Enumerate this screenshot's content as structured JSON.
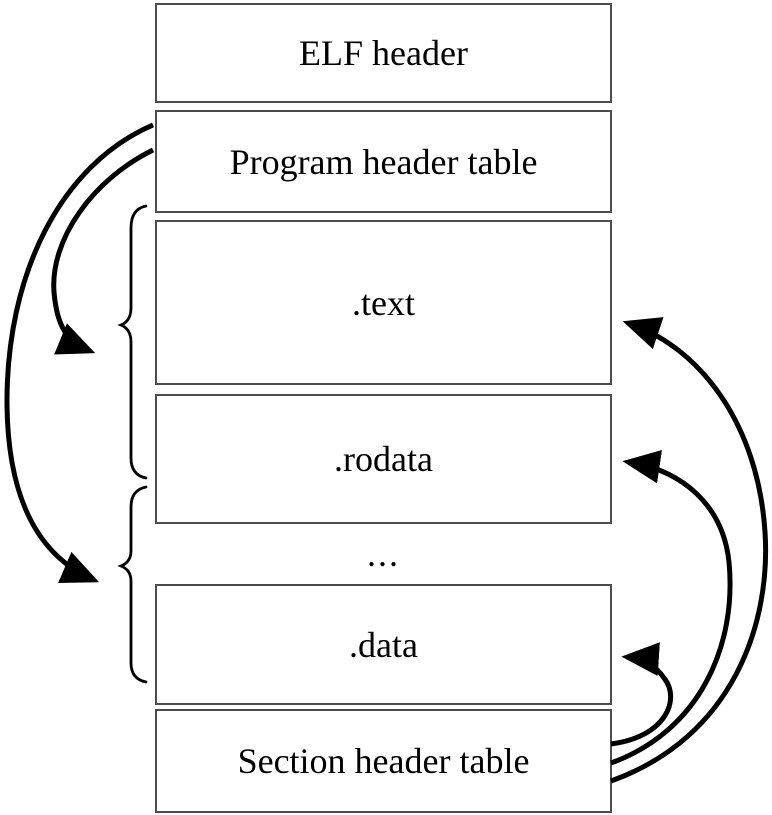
{
  "diagram": {
    "boxes": {
      "elf_header": "ELF header",
      "program_header_table": "Program header table",
      "text_section": ".text",
      "rodata_section": ".rodata",
      "data_section": ".data",
      "section_header_table": "Section header table"
    },
    "ellipsis": "...",
    "colors": {
      "arrow": "#000000",
      "box_border": "#4c4c4c",
      "text": "#000000",
      "background": "#ffffff"
    }
  }
}
